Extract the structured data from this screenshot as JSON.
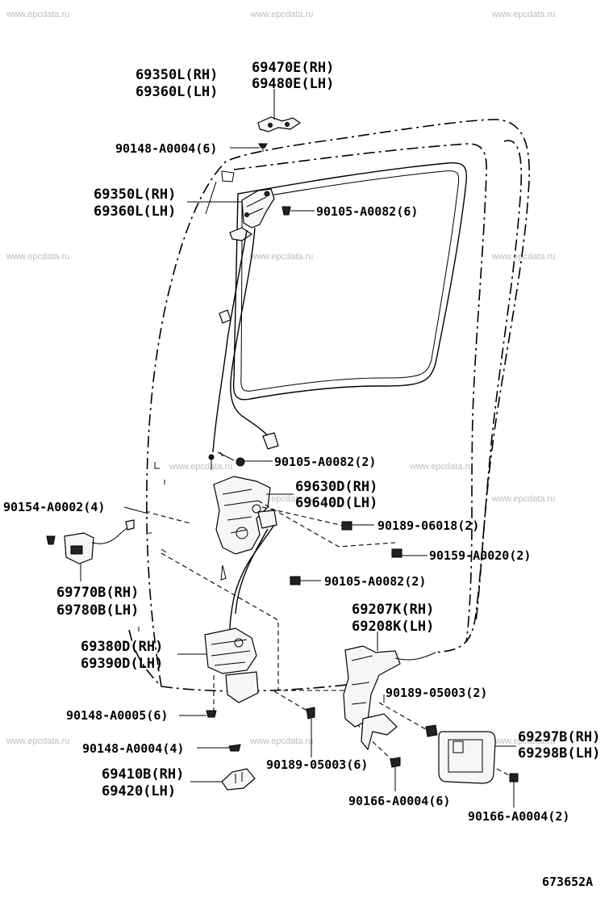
{
  "watermark": "www.epcdata.ru",
  "figure_id": "673652A",
  "labels": {
    "inner_handle_top_a": "69350L(RH)",
    "inner_handle_top_b": "69360L(LH)",
    "bracket_top_a": "69470E(RH)",
    "bracket_top_b": "69480E(LH)",
    "screw_top": "90148-A0004(6)",
    "inner_handle_a": "69350L(RH)",
    "inner_handle_b": "69360L(LH)",
    "bolt_upper": "90105-A0082(6)",
    "bolt_mid": "90105-A0082(2)",
    "lock_a": "69630D(RH)",
    "lock_b": "69640D(LH)",
    "screw_left": "90154-A0002(4)",
    "clip_right": "90189-06018(2)",
    "bolt_right": "90159-A0020(2)",
    "actuator_a": "69770B(RH)",
    "actuator_b": "69780B(LH)",
    "bolt_lower": "90105-A0082(2)",
    "lower_lock_a": "69207K(RH)",
    "lower_lock_b": "69208K(LH)",
    "outer_a": "69380D(RH)",
    "outer_b": "69390D(LH)",
    "clip_mid": "90189-05003(2)",
    "screw_lower_a": "90148-A0005(6)",
    "screw_lower_b": "90148-A0004(4)",
    "bezel_a": "69297B(RH)",
    "bezel_b": "69298B(LH)",
    "clip_bottom": "90189-05003(6)",
    "striker_a": "69410B(RH)",
    "striker_b": "69420(LH)",
    "bolt_bottom": "90166-A0004(6)",
    "bolt_bottom_right": "90166-A0004(2)"
  }
}
